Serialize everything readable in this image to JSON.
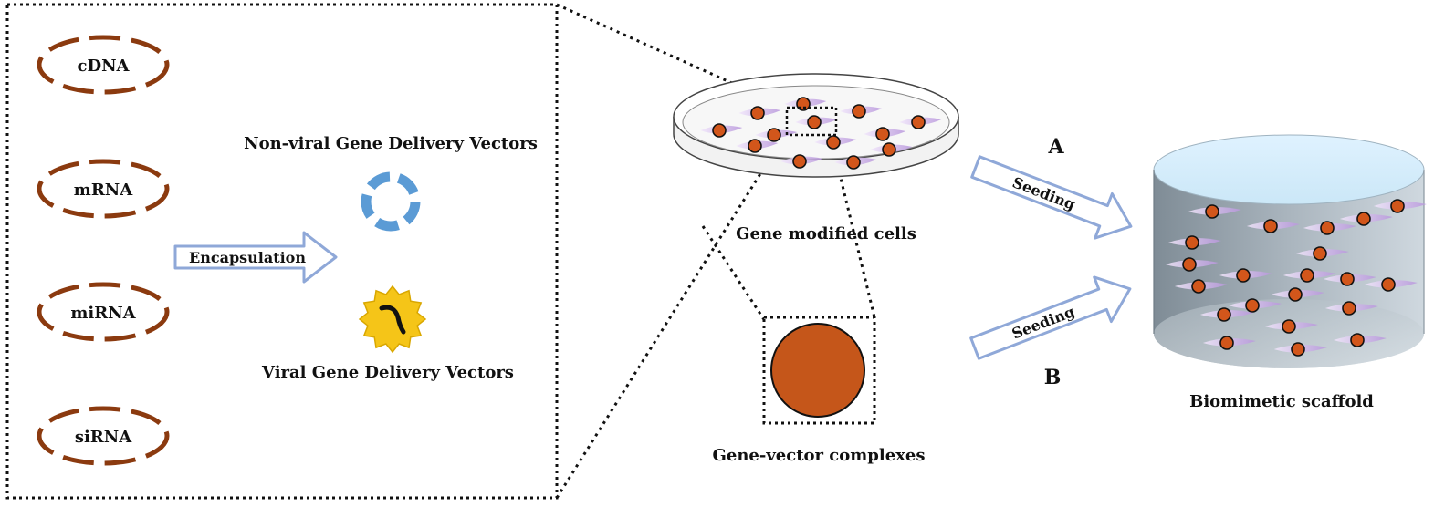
{
  "nucleic_acids": [
    {
      "label": "cDNA"
    },
    {
      "label": "mRNA"
    },
    {
      "label": "miRNA"
    },
    {
      "label": "siRNA"
    }
  ],
  "arrows": {
    "encapsulation": "Encapsulation",
    "seeding_a": "Seeding",
    "seeding_b": "Seeding"
  },
  "vectors": {
    "non_viral": "Non-viral  Gene Delivery Vectors",
    "viral": "Viral  Gene Delivery Vectors"
  },
  "labels": {
    "gene_modified_cells": "Gene modified  cells",
    "gene_vector_complexes": "Gene-vector complexes",
    "biomimetic_scaffold": "Biomimetic  scaffold",
    "route_a": "A",
    "route_b": "B"
  },
  "colors": {
    "ring": "#8b3a0f",
    "cell_nucleus": "#d2561b",
    "cell_body": "#c8a9e0",
    "arrow_outline": "#8fa8d8",
    "non_viral": "#5b9bd5",
    "viral": "#f5c518",
    "complex": "#c5561a"
  },
  "icons": [
    "plasmid-ring-icon",
    "non-viral-vector-icon",
    "viral-vector-icon",
    "petri-dish-icon",
    "scaffold-cylinder-icon"
  ]
}
